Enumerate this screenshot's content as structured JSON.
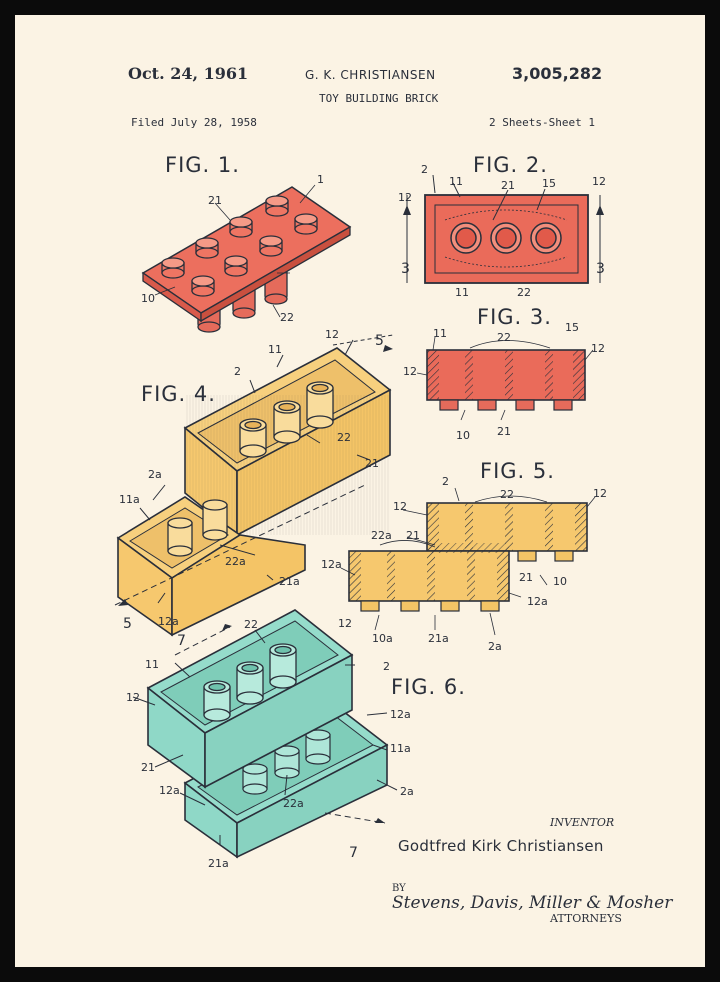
{
  "header": {
    "date": "Oct. 24, 1961",
    "inventor_short": "G. K. CHRISTIANSEN",
    "patent_number": "3,005,282",
    "title": "TOY BUILDING BRICK",
    "filed": "Filed July 28, 1958",
    "sheets": "2 Sheets-Sheet 1"
  },
  "figures": {
    "fig1": "FIG. 1.",
    "fig2": "FIG. 2.",
    "fig3": "FIG. 3.",
    "fig4": "FIG. 4.",
    "fig5": "FIG. 5.",
    "fig6": "FIG. 6."
  },
  "refs": {
    "n1": "1",
    "n2": "2",
    "n2a": "2a",
    "n3": "3",
    "n5": "5",
    "n7": "7",
    "n10": "10",
    "n10a": "10a",
    "n11": "11",
    "n11a": "11a",
    "n12": "12",
    "n12a": "12a",
    "n15": "15",
    "n21": "21",
    "n21a": "21a",
    "n22": "22",
    "n22a": "22a"
  },
  "footer": {
    "inventor_label": "INVENTOR",
    "inventor_name": "Godtfred Kirk Christiansen",
    "by": "BY",
    "attorneys_signature": "Stevens, Davis, Miller & Mosher",
    "attorneys_label": "ATTORNEYS"
  },
  "colors": {
    "paper": "#fbf3e4",
    "frame": "#0b0b0b",
    "ink": "#2a2f3a",
    "red_brick": "#ec6f5e",
    "yellow_brick": "#f6c86e",
    "teal_brick": "#8fd8c7"
  }
}
